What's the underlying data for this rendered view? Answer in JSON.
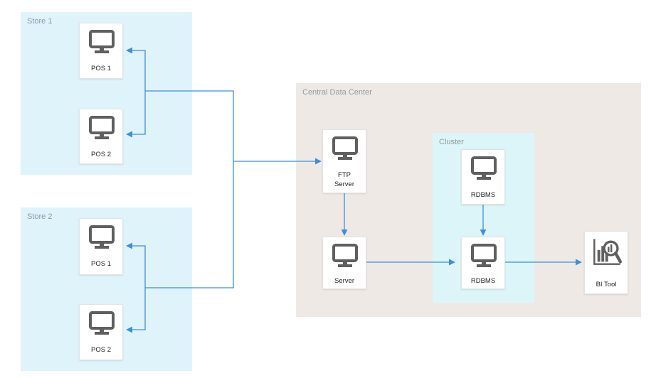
{
  "zones": {
    "store1": "Store 1",
    "store2": "Store 2",
    "central": "Central Data Center",
    "cluster": "Cluster"
  },
  "nodes": {
    "s1_pos1": {
      "label": "POS 1",
      "icon": "monitor-icon"
    },
    "s1_pos2": {
      "label": "POS 2",
      "icon": "monitor-icon"
    },
    "s2_pos1": {
      "label": "POS 1",
      "icon": "monitor-icon"
    },
    "s2_pos2": {
      "label": "POS 2",
      "icon": "monitor-icon"
    },
    "ftp": {
      "label_line1": "FTP",
      "label_line2": "Server",
      "icon": "monitor-icon"
    },
    "server": {
      "label": "Server",
      "icon": "monitor-icon"
    },
    "rdbms_top": {
      "label": "RDBMS",
      "icon": "monitor-icon"
    },
    "rdbms_main": {
      "label": "RDBMS",
      "icon": "monitor-icon"
    },
    "bi": {
      "label": "BI Tool",
      "icon": "bi-chart-icon"
    }
  },
  "colors": {
    "store_bg": "#dff3fb",
    "datacenter_bg": "#efe9e6",
    "cluster_bg": "#dcf5f8",
    "connector": "#3a8fe0",
    "icon": "#5f5f5f"
  }
}
